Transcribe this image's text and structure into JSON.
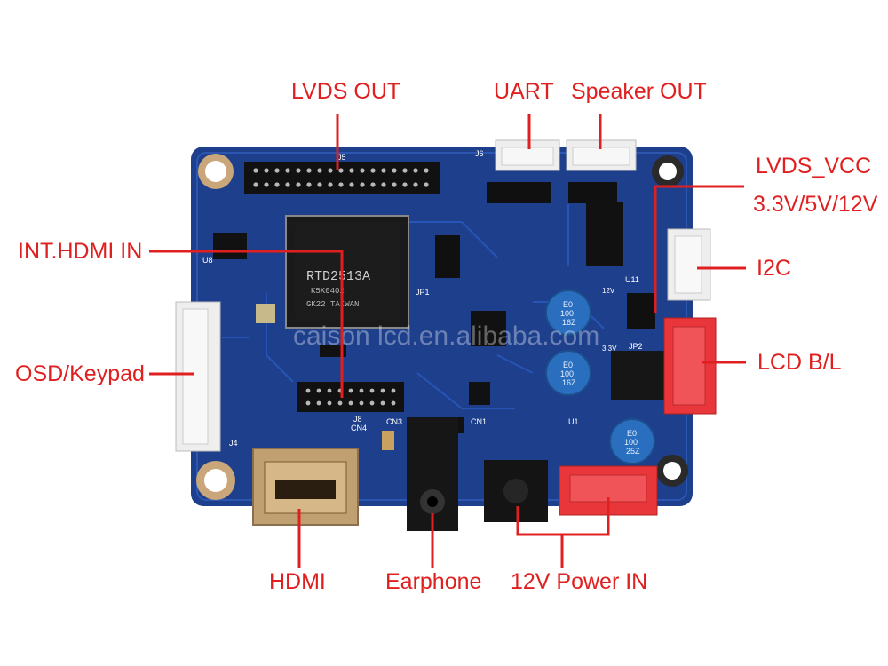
{
  "colors": {
    "pcb": "#1d3f8c",
    "pcb_dark": "#15306e",
    "callout": "#e02020",
    "connector_white": "#eeeeee",
    "connector_red": "#e8363a",
    "capacitor": "#2a6fbf"
  },
  "callouts": {
    "lvds_out": "LVDS OUT",
    "uart": "UART",
    "speaker_out": "Speaker OUT",
    "lvds_vcc": "LVDS_VCC",
    "lvds_vcc_voltages": "3.3V/5V/12V",
    "int_hdmi_in": "INT.HDMI IN",
    "i2c": "I2C",
    "osd_keypad": "OSD/Keypad",
    "lcd_bl": "LCD B/L",
    "hdmi": "HDMI",
    "earphone": "Earphone",
    "power_in": "12V Power IN"
  },
  "board_markings": {
    "chip_model": "RTD2513A",
    "chip_line2": "K5K0402",
    "chip_line3": "GK22 TAIWAN",
    "cap_text_1": "E0",
    "cap_text_2": "100",
    "cap_text_3": "16Z",
    "cap_text_3b": "25Z",
    "watermark": "caison lcd.en.alibaba.com",
    "label_j5": "J5",
    "label_j6": "J6",
    "label_u8": "U8",
    "label_j4": "J4",
    "label_j8": "J8",
    "label_cn3": "CN3",
    "label_cn4": "CN4",
    "label_cn1": "CN1",
    "label_u1": "U1",
    "label_u11": "U11",
    "label_jp2": "JP2",
    "label_jp1": "JP1",
    "label_12v": "12V",
    "label_3v3": "3.3V"
  }
}
